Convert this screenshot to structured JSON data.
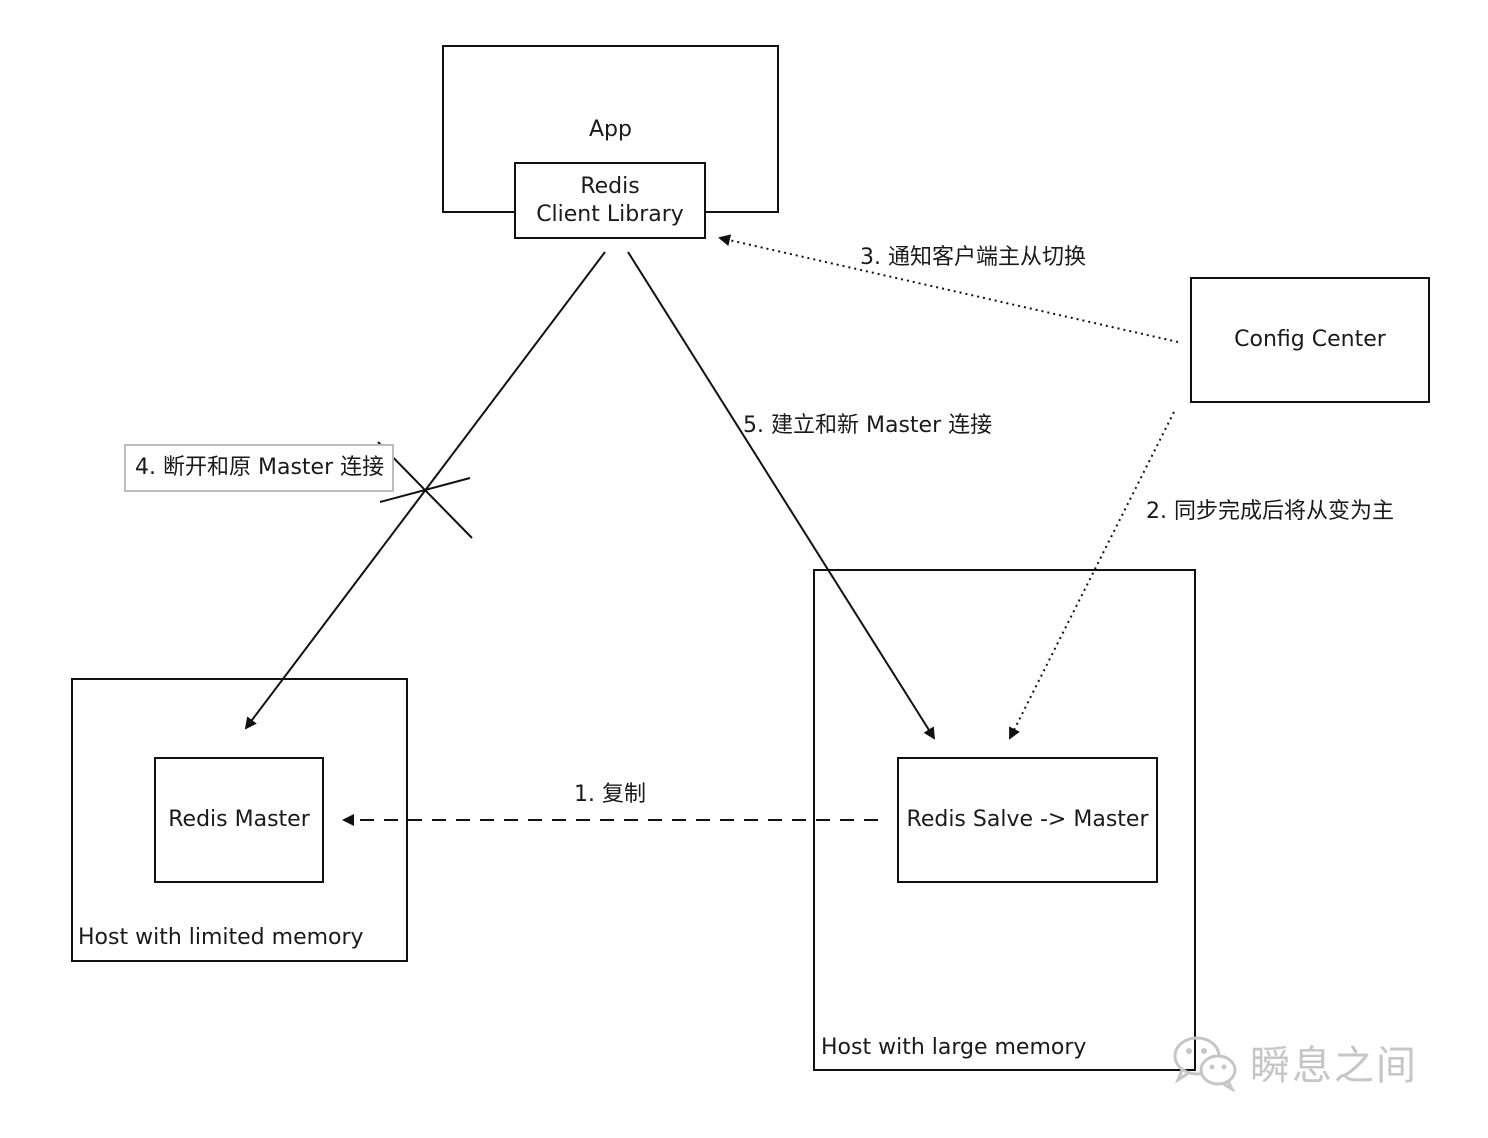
{
  "nodes": {
    "app": {
      "label": "App"
    },
    "client_lib": {
      "line1": "Redis",
      "line2": "Client Library"
    },
    "config_center": {
      "label": "Config Center"
    },
    "host_limited": {
      "label": "Host with limited memory"
    },
    "redis_master": {
      "label": "Redis Master"
    },
    "host_large": {
      "label": "Host with large memory"
    },
    "redis_slave": {
      "label": "Redis Salve -> Master"
    }
  },
  "edges": {
    "step1": {
      "label": "1. 复制"
    },
    "step2": {
      "label": "2. 同步完成后将从变为主"
    },
    "step3": {
      "label": "3. 通知客户端主从切换"
    },
    "step4": {
      "label": "4. 断开和原 Master 连接"
    },
    "step5": {
      "label": "5. 建立和新 Master 连接"
    }
  },
  "watermark": {
    "text": "瞬息之间",
    "icon": "wechat-icon"
  },
  "colors": {
    "stroke": "#111111",
    "watermark": "#c6c6c6",
    "note_border": "#bdbdbd"
  }
}
